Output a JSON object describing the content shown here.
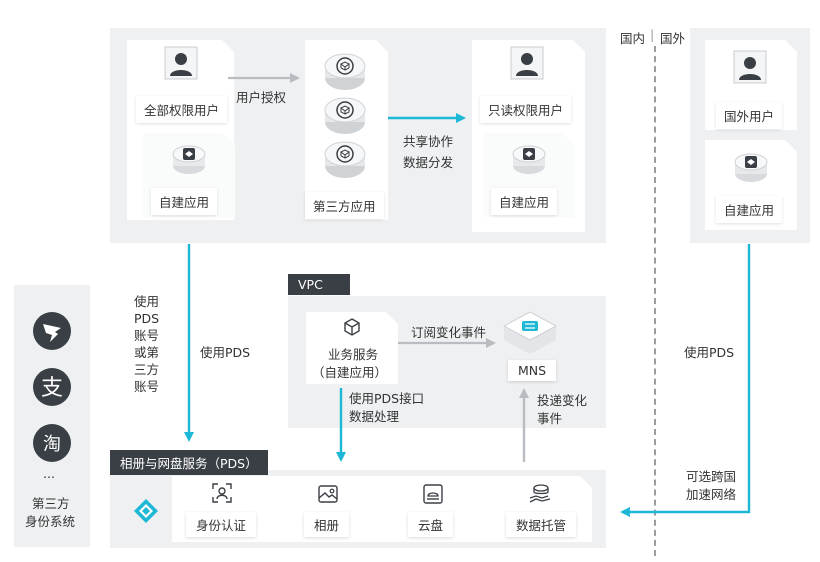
{
  "colors": {
    "arrow_cyan": "#1cb8d6",
    "arrow_gray": "#b9bcc0",
    "panel_bg": "#eef0f2",
    "tab_dark": "#3a3f45",
    "divider": "#9a9da0"
  },
  "region": {
    "domestic": "国内",
    "separator": "|",
    "overseas": "国外"
  },
  "top_panel": {
    "full_user": "全部权限用户",
    "user_auth": "用户授权",
    "self_app_left": "自建应用",
    "third_party_app": "第三方应用",
    "share_collab": "共享协作",
    "data_distribute": "数据分发",
    "readonly_user": "只读权限用户",
    "self_app_mid": "自建应用"
  },
  "overseas_panel": {
    "overseas_user": "国外用户",
    "self_app": "自建应用"
  },
  "left_identity": {
    "icons": [
      "dingtalk-icon",
      "alipay-icon",
      "taobao-icon"
    ],
    "ellipsis": "...",
    "label": "第三方身份系统",
    "label_line1": "第三方",
    "label_line2": "身份系统"
  },
  "left_arrow_text": {
    "lines": [
      "使用",
      "PDS",
      "账号",
      "或第",
      "三方",
      "账号"
    ]
  },
  "use_pds_left": "使用PDS",
  "use_pds_right": "使用PDS",
  "cross_region": [
    "可选跨国",
    "加速网络"
  ],
  "vpc": {
    "tab": "VPC",
    "business_service": "业务服务",
    "self_built": "（自建应用）",
    "subscribe": "订阅变化事件",
    "mns": "MNS",
    "use_api": "使用PDS接口",
    "data_process": "数据处理",
    "deliver": "投递变化",
    "event": "事件"
  },
  "pds": {
    "tab": "相册与网盘服务（PDS）",
    "services": [
      {
        "label": "身份认证",
        "icon": "id-auth-icon"
      },
      {
        "label": "相册",
        "icon": "album-icon"
      },
      {
        "label": "云盘",
        "icon": "cloud-drive-icon"
      },
      {
        "label": "数据托管",
        "icon": "data-hosting-icon"
      }
    ]
  }
}
